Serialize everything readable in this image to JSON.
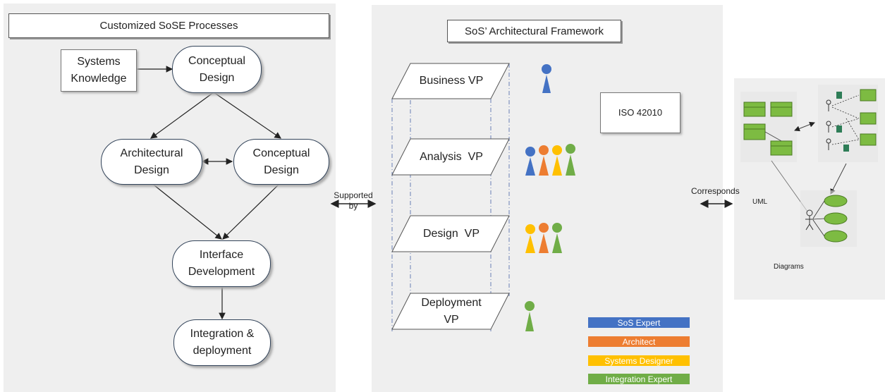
{
  "processes": {
    "title": "Customized SoSE Processes",
    "systems_knowledge": "Systems\nKnowledge",
    "conceptual_design_top": "Conceptual\nDesign",
    "architectural_design": "Architectural\nDesign",
    "conceptual_design_right": "Conceptual\nDesign",
    "interface_development": "Interface\nDevelopment",
    "integration_deployment": "Integration &\ndeployment"
  },
  "supported_by": "Supported\nby",
  "framework": {
    "title": "SoS’ Architectural Framework",
    "iso": "ISO 42010",
    "viewpoints": [
      "Business VP",
      "Analysis  VP",
      "Design  VP",
      "Deployment\nVP"
    ]
  },
  "legend": [
    {
      "label": "SoS Expert",
      "color": "#4472c4"
    },
    {
      "label": "Architect",
      "color": "#ed7d31"
    },
    {
      "label": "Systems Designer",
      "color": "#ffc000"
    },
    {
      "label": "Integration Expert",
      "color": "#70ad47"
    }
  ],
  "corresponds": "Corresponds",
  "uml": {
    "label": "UML",
    "diagrams": "Diagrams"
  }
}
